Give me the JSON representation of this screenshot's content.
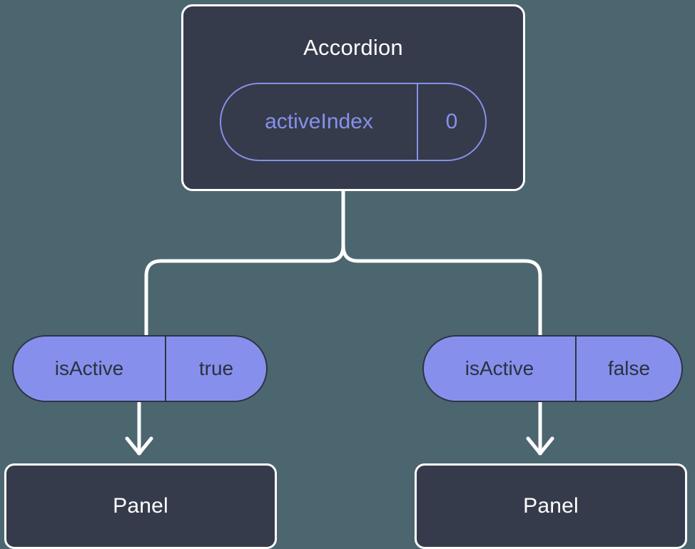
{
  "diagram": {
    "type": "component-state-tree",
    "background_color": "#4c6670",
    "node_fill_color": "#353b4a",
    "node_border_color": "#ffffff",
    "accent_color": "#8690ec",
    "connector_color": "#ffffff",
    "root": {
      "title": "Accordion",
      "state": {
        "key": "activeIndex",
        "value": "0"
      }
    },
    "branches": [
      {
        "prop": {
          "key": "isActive",
          "value": "true"
        },
        "child": {
          "title": "Panel"
        }
      },
      {
        "prop": {
          "key": "isActive",
          "value": "false"
        },
        "child": {
          "title": "Panel"
        }
      }
    ]
  }
}
